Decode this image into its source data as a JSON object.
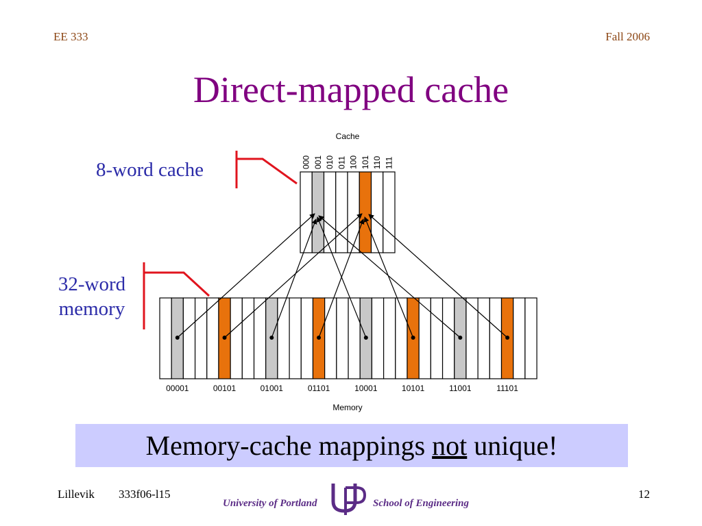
{
  "header": {
    "course": "EE 333",
    "term": "Fall 2006"
  },
  "title": "Direct-mapped cache",
  "labels": {
    "cache": "8-word cache",
    "memory_line1": "32-word",
    "memory_line2": "memory"
  },
  "diagram": {
    "cache_caption": "Cache",
    "memory_caption": "Memory",
    "cache_indices": [
      "000",
      "001",
      "010",
      "011",
      "100",
      "101",
      "110",
      "111"
    ],
    "memory_addresses": [
      "00001",
      "00101",
      "01001",
      "01101",
      "10001",
      "10101",
      "11001",
      "11101"
    ],
    "colors": {
      "gray": "#C8C8C8",
      "orange": "#E8720C",
      "bracket": "#E0141E",
      "slot_border": "#000000"
    }
  },
  "banner": {
    "before": "Memory-cache mappings ",
    "emph": "not",
    "after": " unique!"
  },
  "footer": {
    "author": "Lillevik",
    "code": "333f06-l15",
    "page": "12",
    "school_left": "University of Portland",
    "school_right": "School of Engineering"
  }
}
